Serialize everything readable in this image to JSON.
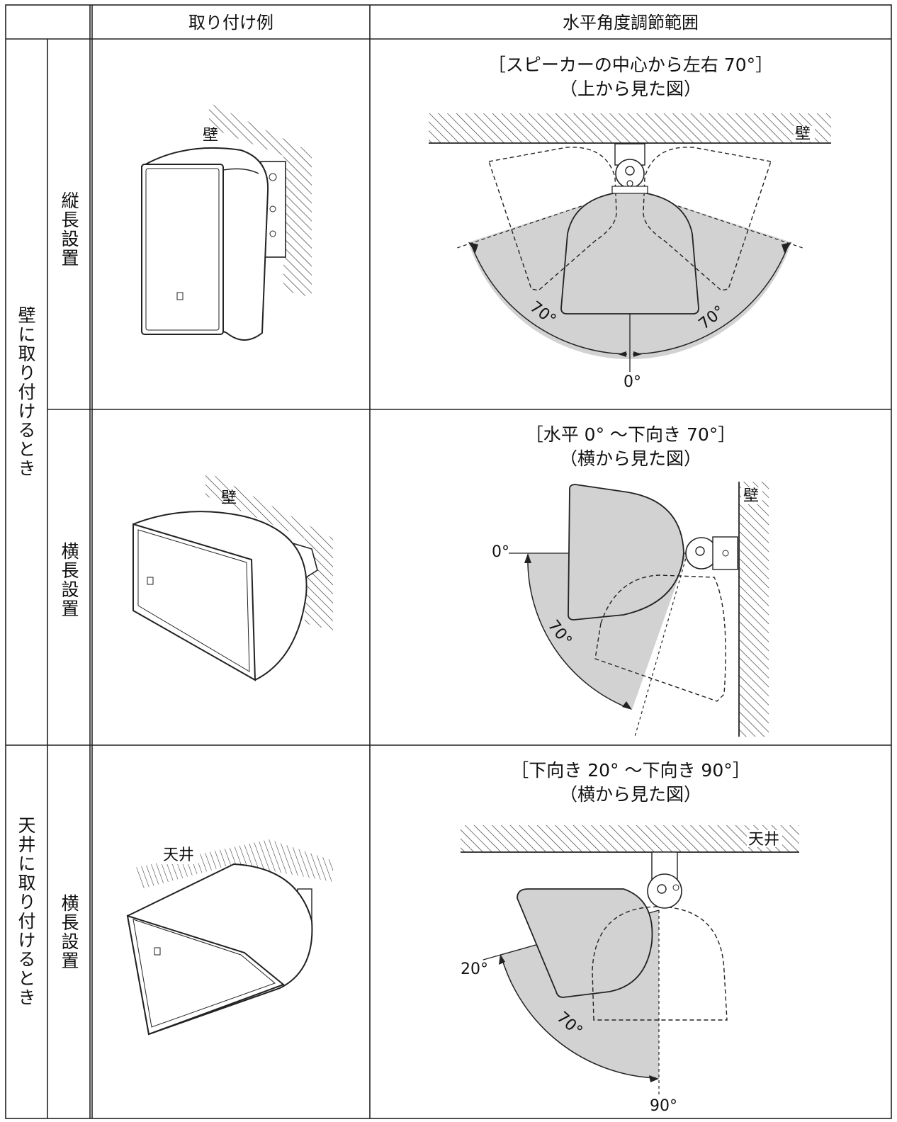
{
  "header": {
    "col_example": "取り付け例",
    "col_range": "水平角度調節範囲"
  },
  "groups": {
    "wall": "壁に取り付けるとき",
    "ceiling": "天井に取り付けるとき"
  },
  "rows": [
    {
      "orientation": "縦長設置",
      "surface_label": "壁",
      "range_caption": "［スピーカーの中心から左右 70°］",
      "view_caption": "（上から見た図）",
      "angles": [
        "70°",
        "70°",
        "0°"
      ]
    },
    {
      "orientation": "横長設置",
      "surface_label": "壁",
      "range_caption": "［水平 0° ～下向き 70°］",
      "view_caption": "（横から見た図）",
      "angles": [
        "0°",
        "70°"
      ]
    },
    {
      "orientation": "横長設置",
      "surface_label": "天井",
      "range_caption": "［下向き 20° ～下向き 90°］",
      "view_caption": "（横から見た図）",
      "angles": [
        "20°",
        "70°",
        "90°"
      ]
    }
  ],
  "diagram_labels": {
    "wall": "壁",
    "ceiling": "天井"
  },
  "colors": {
    "line": "#222222",
    "shade": "#d2d2d2",
    "hatch": "#333333"
  }
}
